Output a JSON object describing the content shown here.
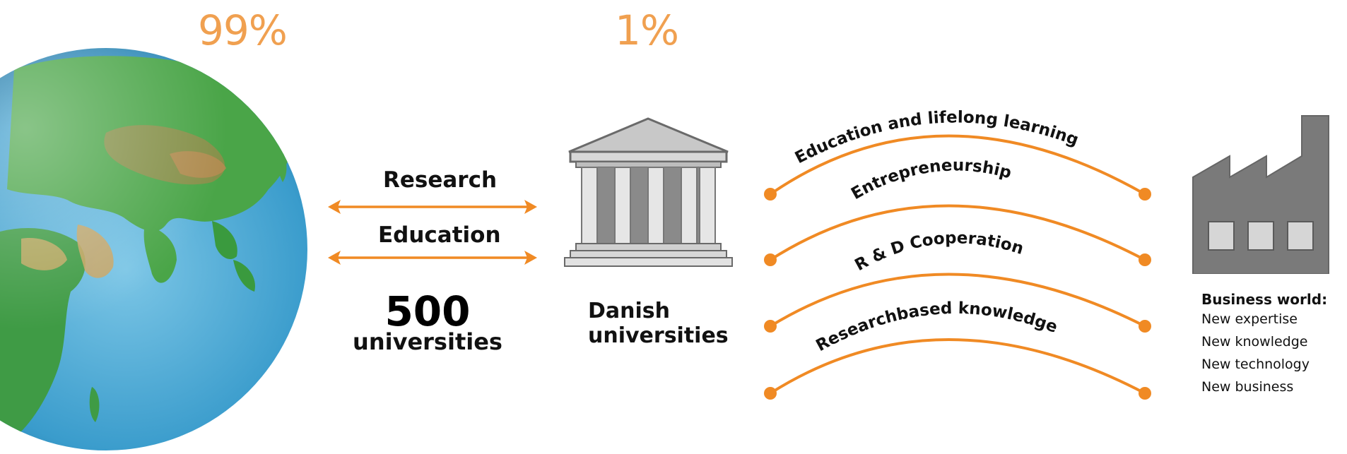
{
  "global": {
    "percent": "99%",
    "count": "500",
    "count_label": "universities"
  },
  "danish": {
    "percent": "1%",
    "label_line1": "Danish",
    "label_line2": "universities"
  },
  "links": {
    "research": "Research",
    "education": "Education"
  },
  "channels": [
    "Education and lifelong learning",
    "Entrepreneurship",
    "R & D Cooperation",
    "Researchbased knowledge"
  ],
  "business": {
    "title": "Business world:",
    "items": [
      "New expertise",
      "New knowledge",
      "New technology",
      "New business"
    ]
  },
  "colors": {
    "accent": "#f0a050",
    "arrow": "#f08a24",
    "building_gray": "#8a8a8a"
  },
  "icons": {
    "globe": "globe-icon",
    "university": "university-building-icon",
    "factory": "factory-icon"
  }
}
